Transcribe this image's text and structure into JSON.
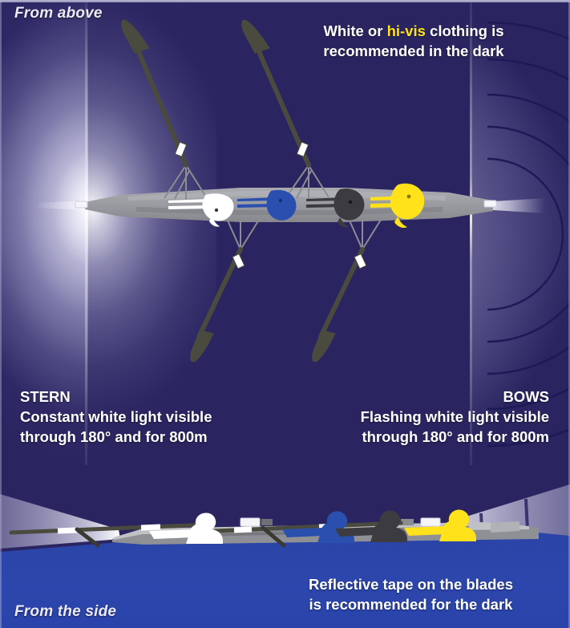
{
  "poster": {
    "title_hint": "Rowing at night safety diagram",
    "background_color": "#2a2560",
    "water_color": "#2e45a8",
    "highlight_color": "#ffe21a",
    "hull_color": "#8e9095",
    "oar_color": "#4a4a3f",
    "arc_color": "#1d1a58"
  },
  "views": {
    "above_label": "From above",
    "side_label": "From the side"
  },
  "captions": {
    "clothing": {
      "line1_pre": "White or ",
      "line1_highlight": "hi-vis",
      "line1_post": " clothing is",
      "line2": "recommended in the dark"
    },
    "stern": {
      "heading": "STERN",
      "line1": "Constant white light visible",
      "line2": "through 180° and for 800m"
    },
    "bows": {
      "heading": "BOWS",
      "line1": "Flashing white light visible",
      "line2": "through 180° and for 800m"
    },
    "tape": {
      "line1": "Reflective tape on the blades",
      "line2": "is recommended for the dark"
    }
  },
  "crew": {
    "colors": [
      "#ffffff",
      "#2a4fae",
      "#3c3c40",
      "#ffe21a"
    ],
    "names": [
      "rower-white",
      "rower-blue",
      "rower-dark",
      "rower-yellow"
    ],
    "count": 4
  },
  "lights": {
    "stern": {
      "type": "constant",
      "color": "#ffffff",
      "arc_degrees": 180,
      "range_m": 800
    },
    "bows": {
      "type": "flashing",
      "color": "#ffffff",
      "arc_degrees": 180,
      "range_m": 800,
      "arc_rings": 4
    }
  },
  "blade_tape": {
    "color": "#ffffff",
    "count": 4
  }
}
